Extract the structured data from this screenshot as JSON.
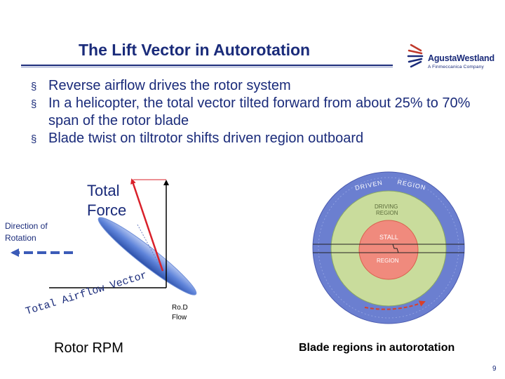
{
  "title": "The Lift Vector in Autorotation",
  "logo": {
    "name": "AgustaWestland",
    "tagline": "A Finmeccanica Company"
  },
  "bullets": [
    "Reverse airflow drives the rotor system",
    "In a helicopter, the total vector tilted forward from about 25% to 70% span of the rotor blade",
    "Blade twist on tiltrotor shifts driven region outboard"
  ],
  "vector_diagram": {
    "total_force_line1": "Total",
    "total_force_line2": "Force",
    "direction_line1": "Direction of",
    "direction_line2": "Rotation",
    "airflow_label": "Total Airflow Vector",
    "rod_flow_line1": "Ro.D",
    "rod_flow_line2": "Flow",
    "rotor_rpm": "Rotor RPM"
  },
  "blade_regions": {
    "driven": "DRIVEN",
    "region_top": "REGION",
    "driving_line1": "DRIVING",
    "driving_line2": "REGION",
    "stall": "STALL",
    "stall_region": "REGION",
    "caption": "Blade regions in autorotation"
  },
  "colors": {
    "title_blue": "#1a2b7a",
    "force_red": "#d9202a",
    "outer_disk": "#6b7fd0",
    "driving_green": "#c9dc9c",
    "stall_pink": "#f08a7d"
  },
  "page_number": "9"
}
